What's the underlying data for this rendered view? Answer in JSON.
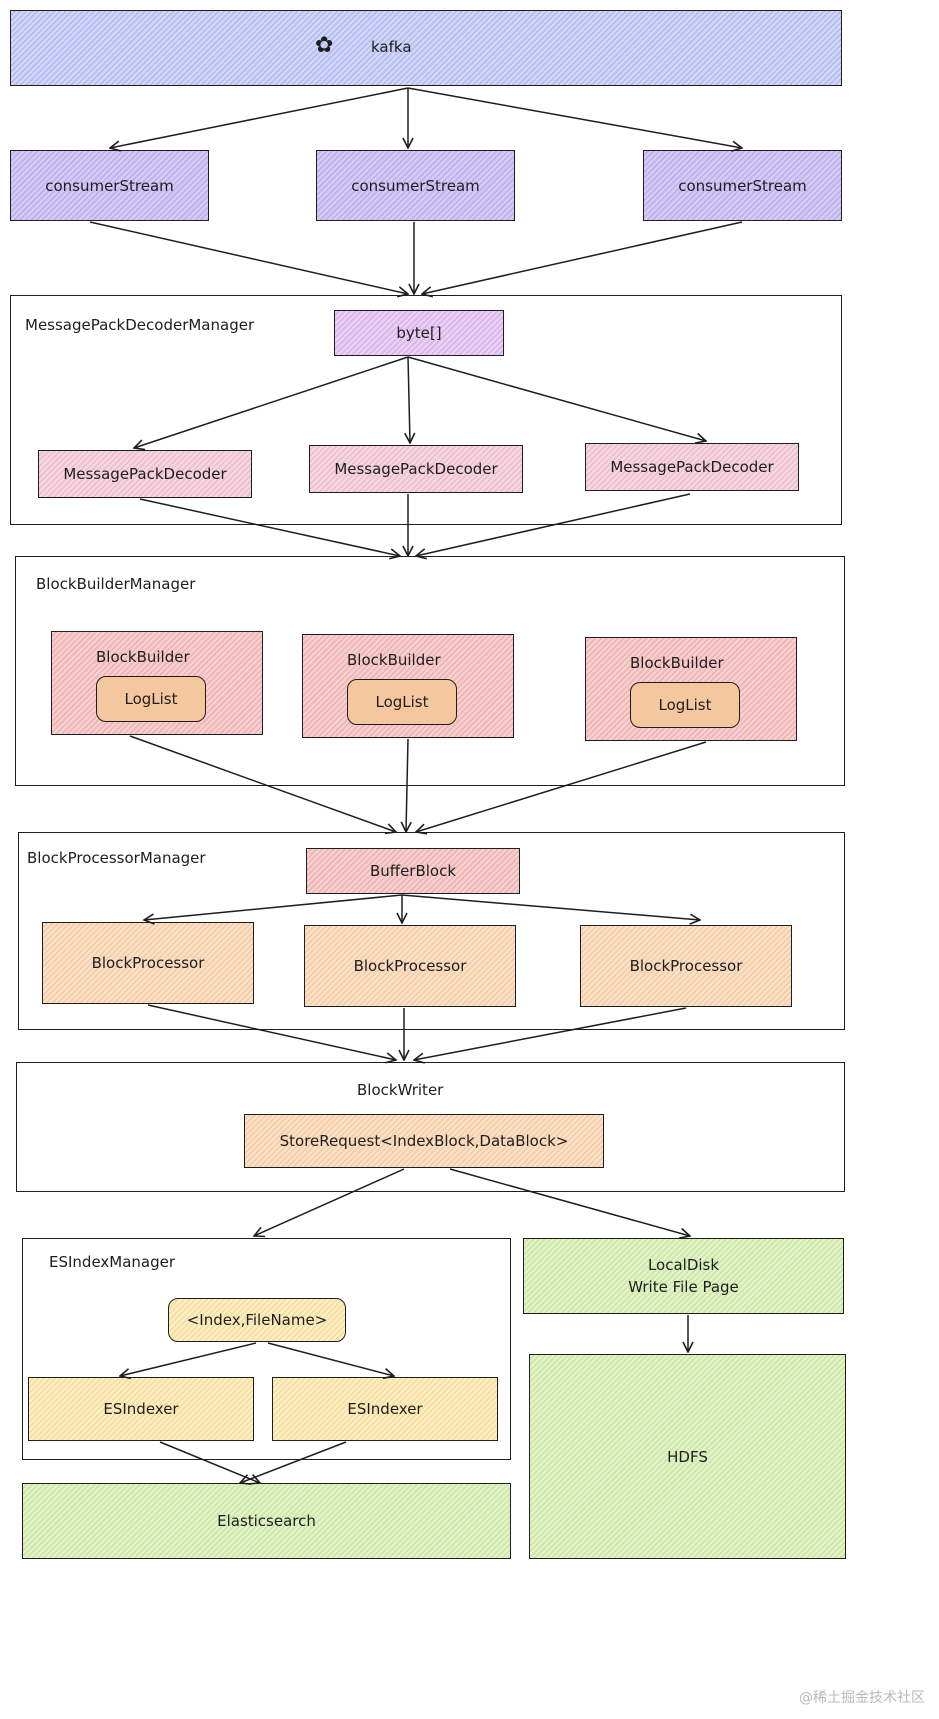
{
  "kafka": {
    "label": "kafka",
    "icon": "kafka-logo-icon"
  },
  "consumer_streams": [
    "consumerStream",
    "consumerStream",
    "consumerStream"
  ],
  "decoder_manager": {
    "title": "MessagePackDecoderManager",
    "input": "byte[]",
    "decoders": [
      "MessagePackDecoder",
      "MessagePackDecoder",
      "MessagePackDecoder"
    ]
  },
  "block_builder_manager": {
    "title": "BlockBuilderManager",
    "builders": [
      {
        "label": "BlockBuilder",
        "inner": "LogList"
      },
      {
        "label": "BlockBuilder",
        "inner": "LogList"
      },
      {
        "label": "BlockBuilder",
        "inner": "LogList"
      }
    ]
  },
  "block_processor_manager": {
    "title": "BlockProcessorManager",
    "buffer": "BufferBlock",
    "processors": [
      "BlockProcessor",
      "BlockProcessor",
      "BlockProcessor"
    ]
  },
  "block_writer": {
    "title": "BlockWriter",
    "request": "StoreRequest<IndexBlock,DataBlock>"
  },
  "es_index_manager": {
    "title": "ESIndexManager",
    "pair": "<Index,FileName>",
    "indexers": [
      "ESIndexer",
      "ESIndexer"
    ]
  },
  "elasticsearch": "Elasticsearch",
  "local_disk": {
    "line1": "LocalDisk",
    "line2": "Write File Page"
  },
  "hdfs": "HDFS",
  "watermark": "@稀土掘金技术社区",
  "colors": {
    "stroke": "#1e1e1e",
    "blue": "#b8bff2",
    "purple": "#c0b3ee",
    "pink": "#eec1d1",
    "red": "#f1b7b7",
    "orange": "#f6cfa9",
    "yellow": "#f7e1a0",
    "green": "#cfe8a9"
  }
}
